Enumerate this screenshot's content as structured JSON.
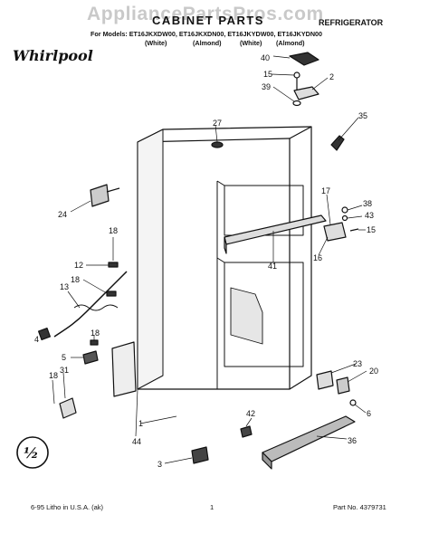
{
  "header": {
    "watermark": "AppliancePartsPros.com",
    "section_title": "CABINET PARTS",
    "product_type": "REFRIGERATOR",
    "models_line": "For Models: ET16JKXDW00, ET16JKXDN00, ET16JKYDW00, ET16JKYDN00",
    "colors": [
      "(White)",
      "(Almond)",
      "(White)",
      "(Almond)"
    ],
    "brand_logo": "Whirlpool"
  },
  "callouts": [
    "1",
    "2",
    "3",
    "4",
    "5",
    "6",
    "12",
    "13",
    "15",
    "15",
    "16",
    "17",
    "18",
    "18",
    "18",
    "18",
    "20",
    "23",
    "24",
    "27",
    "31",
    "35",
    "36",
    "38",
    "39",
    "40",
    "41",
    "42",
    "43",
    "44"
  ],
  "footer": {
    "date_line": "6-95   Litho in U.S.A. (ak)",
    "page_number": "1",
    "part_number": "Part No. 4379731"
  }
}
